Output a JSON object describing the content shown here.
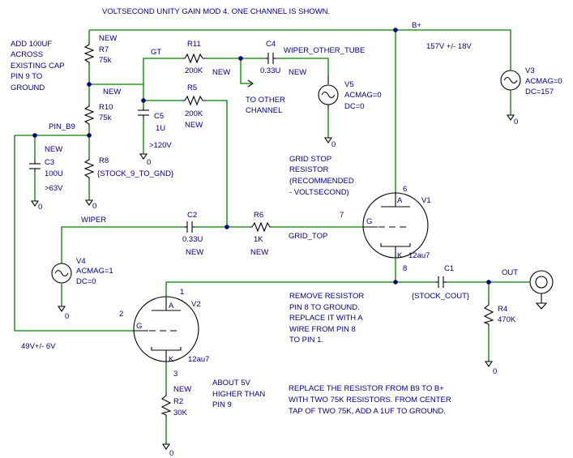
{
  "title": "VOLTSECOND UNITY GAIN MOD 4. ONE CHANNEL IS SHOWN.",
  "notes": {
    "add_cap": [
      "ADD 100UF",
      "ACROSS",
      "EXISTING CAP",
      "PIN 9 TO",
      "GROUND"
    ],
    "grid_stop": [
      "GRID STOP",
      "RESISTOR",
      "(RECOMMENDED",
      "- VOLTSECOND)"
    ],
    "remove_resistor": [
      "REMOVE RESISTOR",
      "PIN 8 TO GROUND.",
      "REPLACE IT WITH A",
      "WIRE FROM PIN 8",
      "TO PIN 1."
    ],
    "about_5v": [
      "ABOUT 5V",
      "HIGHER THAN",
      "PIN 9"
    ],
    "replace_resistor": [
      "REPLACE THE RESISTOR FROM B9 TO B+",
      "WITH TWO 75K RESISTORS. FROM CENTER",
      "TAP OF TWO 75K, ADD A 1UF TO GROUND."
    ],
    "to_other_channel": [
      "TO OTHER",
      "CHANNEL"
    ]
  },
  "voltages": {
    "bplus_range": "157V +/- 18V",
    "pin1_range": "49V+/- 6V",
    "c5_rating": ">120V",
    "c3_rating": ">63V"
  },
  "nets": {
    "bplus": "B+",
    "gt": "GT",
    "pin_b9": "PIN_B9",
    "wiper": "WIPER",
    "grid_top": "GRID_TOP",
    "wiper_other_tube": "WIPER_OTHER_TUBE",
    "out": "OUT"
  },
  "components": {
    "r7": {
      "ref": "R7",
      "value": "75k",
      "note": "NEW"
    },
    "r10": {
      "ref": "R10",
      "value": "75k"
    },
    "r8": {
      "ref": "R8",
      "value": "{STOCK_9_TO_GND}"
    },
    "r11": {
      "ref": "R11",
      "value": "200K",
      "note": "NEW"
    },
    "r5": {
      "ref": "R5",
      "value": "200K",
      "note": "NEW"
    },
    "r6": {
      "ref": "R6",
      "value": "1K",
      "note": "NEW"
    },
    "r4": {
      "ref": "R4",
      "value": "470K"
    },
    "r2": {
      "ref": "R2",
      "value": "30K",
      "note": "NEW"
    },
    "c4": {
      "ref": "C4",
      "value": "0.33U",
      "note": "NEW"
    },
    "c5": {
      "ref": "C5",
      "value": "1U"
    },
    "c3": {
      "ref": "C3",
      "value": "100U",
      "note": "NEW"
    },
    "c2": {
      "ref": "C2",
      "value": "0.33U",
      "note": "NEW"
    },
    "c1": {
      "ref": "C1",
      "value": "{STOCK_COUT}"
    },
    "v1": {
      "ref": "V1",
      "type": "12au7"
    },
    "v2": {
      "ref": "V2",
      "type": "12au7"
    },
    "v3": {
      "ref": "V3",
      "acmag": "ACMAG=0",
      "dc": "DC=157"
    },
    "v4": {
      "ref": "V4",
      "acmag": "ACMAG=1",
      "dc": "DC=0"
    },
    "v5": {
      "ref": "V5",
      "acmag": "ACMAG=0",
      "dc": "DC=0"
    }
  },
  "nodes_text": {
    "new": "NEW",
    "ground": "0"
  },
  "pins": {
    "v1_grid": "7",
    "v1_anode": "6",
    "v1_cathode": "8",
    "v2_grid": "2",
    "v2_anode": "1",
    "v2_cathode": "3",
    "a": "A",
    "g": "G",
    "k": "K"
  }
}
